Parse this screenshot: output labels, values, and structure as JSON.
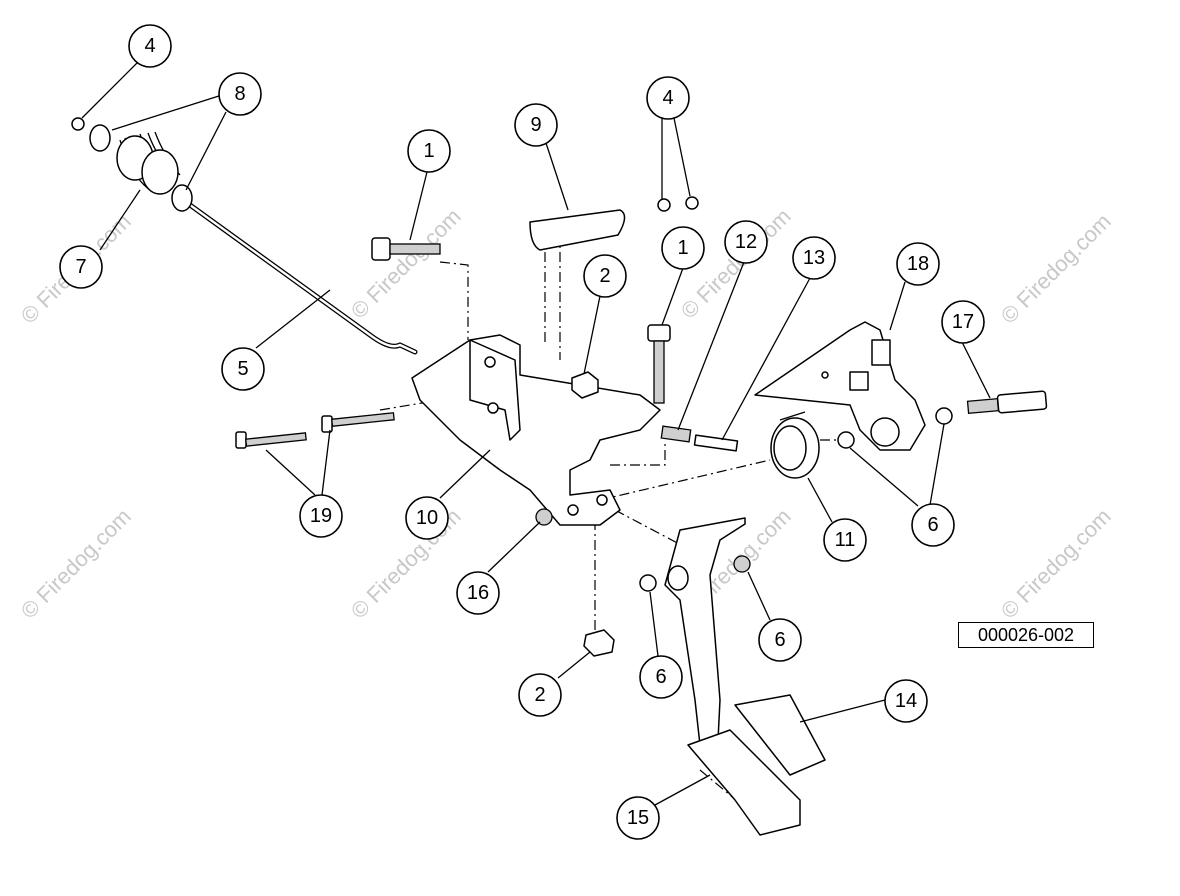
{
  "watermark": "© Firedog.com",
  "reference_code": "000026-002",
  "callouts": [
    "4",
    "8",
    "7",
    "1",
    "9",
    "4",
    "1",
    "12",
    "13",
    "18",
    "17",
    "2",
    "5",
    "19",
    "10",
    "16",
    "11",
    "6",
    "2",
    "6",
    "6",
    "14",
    "15"
  ]
}
